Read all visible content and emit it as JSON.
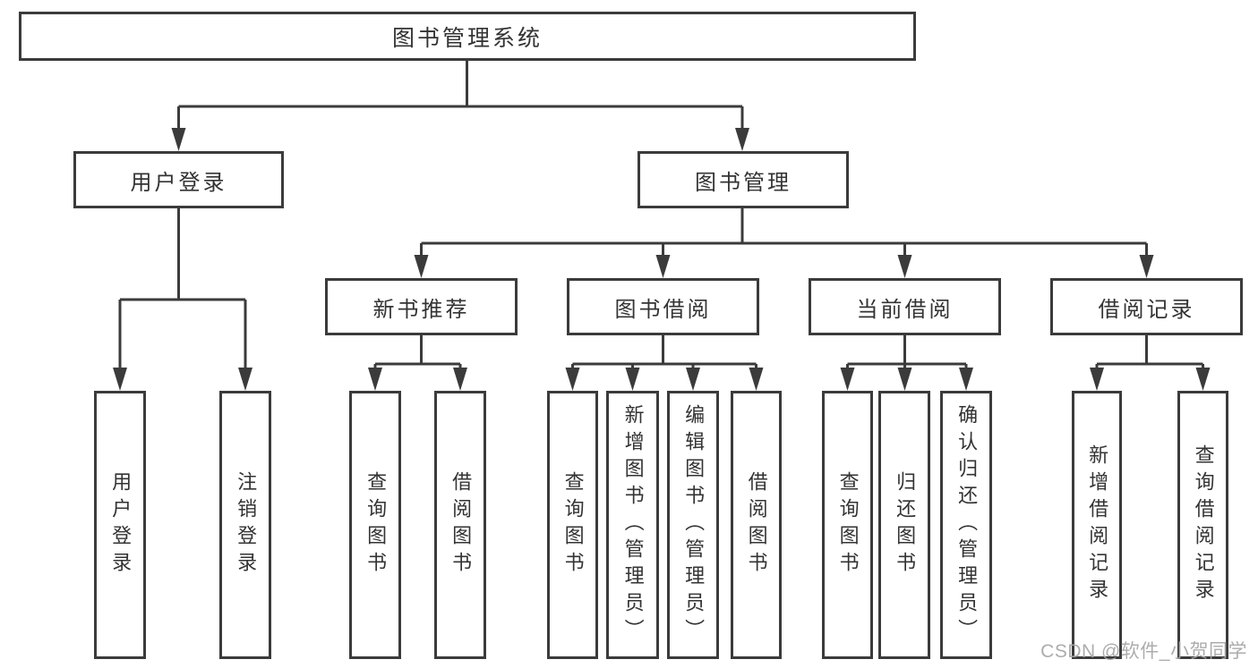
{
  "title": "图书管理系统",
  "colors": {
    "line": "#3b3b3b",
    "text": "#333333",
    "background": "#ffffff",
    "watermark": "#a6a6a6"
  },
  "watermark": {
    "text": "CSDN @软件_小贺同学"
  },
  "tree": {
    "label": "图书管理系统",
    "children": [
      {
        "label": "用户登录",
        "children": [
          {
            "label": "用户登录"
          },
          {
            "label": "注销登录"
          }
        ]
      },
      {
        "label": "图书管理",
        "children": [
          {
            "label": "新书推荐",
            "children": [
              {
                "label": "查询图书"
              },
              {
                "label": "借阅图书"
              }
            ]
          },
          {
            "label": "图书借阅",
            "children": [
              {
                "label": "查询图书"
              },
              {
                "label": "新增图书（管理员）"
              },
              {
                "label": "编辑图书（管理员）"
              },
              {
                "label": "借阅图书"
              }
            ]
          },
          {
            "label": "当前借阅",
            "children": [
              {
                "label": "查询图书"
              },
              {
                "label": "归还图书"
              },
              {
                "label": "确认归还（管理员）"
              }
            ]
          },
          {
            "label": "借阅记录",
            "children": [
              {
                "label": "新增借阅记录"
              },
              {
                "label": "查询借阅记录"
              }
            ]
          }
        ]
      }
    ]
  }
}
